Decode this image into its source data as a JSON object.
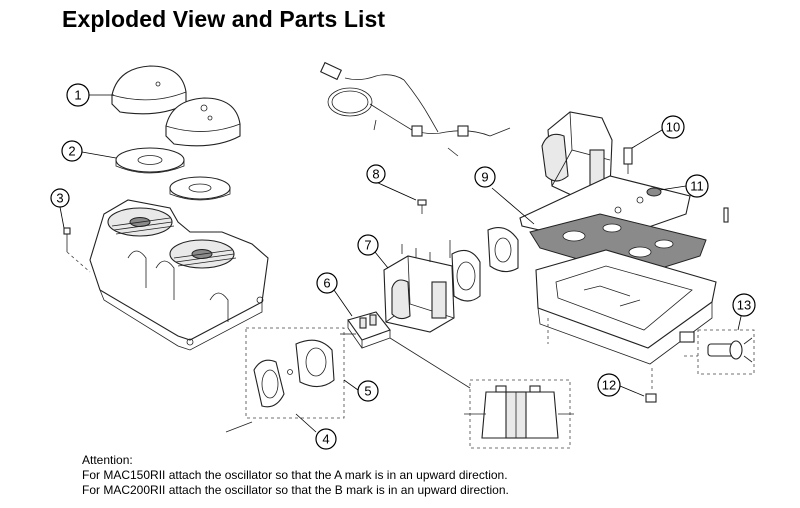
{
  "title": "Exploded View and Parts List",
  "callouts": [
    "1",
    "2",
    "3",
    "4",
    "5",
    "6",
    "7",
    "8",
    "9",
    "10",
    "11",
    "12",
    "13"
  ],
  "attention": {
    "heading": "Attention:",
    "lines": [
      "For MAC150RII attach the oscillator so that the A mark is in an upward direction.",
      "For MAC200RII attach the oscillator so that the B mark is in an upward direction."
    ]
  }
}
